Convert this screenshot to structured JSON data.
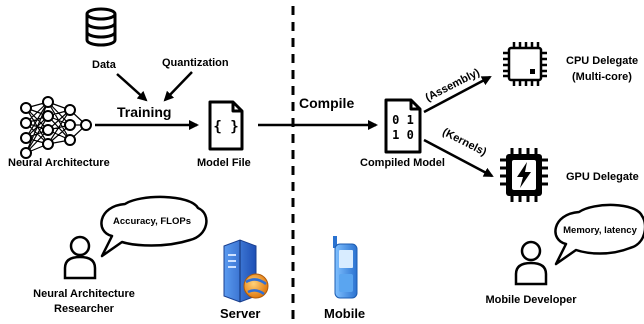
{
  "server_side": {
    "data_label": "Data",
    "quantization_label": "Quantization",
    "training_label": "Training",
    "neural_architecture_label": "Neural Architecture",
    "model_file_label": "Model File",
    "model_file_glyph": "{ }",
    "researcher_line1": "Neural Architecture",
    "researcher_line2": "Researcher",
    "researcher_bubble": "Accuracy, FLOPs",
    "server_label": "Server"
  },
  "mobile_side": {
    "compile_label": "Compile",
    "compiled_model_label": "Compiled Model",
    "compiled_glyph_row1": "0 1",
    "compiled_glyph_row2": "1 0",
    "assembly_label": "(Assembly)",
    "kernels_label": "(Kernels)",
    "cpu_delegate_line1": "CPU Delegate",
    "cpu_delegate_line2": "(Multi-core)",
    "gpu_delegate_label": "GPU Delegate",
    "developer_bubble": "Memory, latency",
    "developer_label": "Mobile Developer",
    "mobile_label": "Mobile"
  },
  "icons": [
    "database-icon",
    "neural-network-icon",
    "json-file-icon",
    "binary-file-icon",
    "cpu-chip-icon",
    "gpu-chip-icon",
    "person-icon",
    "speech-bubble-icon",
    "server-icon",
    "mobile-phone-icon"
  ],
  "colors": {
    "server_blue": "#2f6fd6",
    "server_orange": "#f5a020",
    "phone_blue": "#3a8ee6"
  }
}
